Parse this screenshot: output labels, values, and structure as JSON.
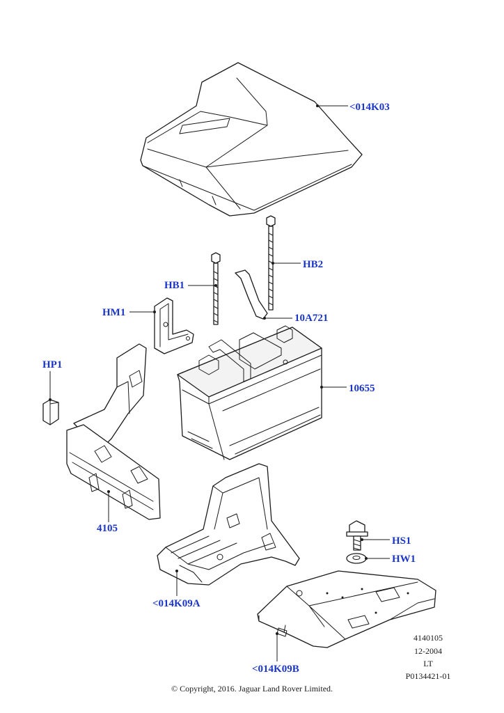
{
  "callout_color": "#1a35c8",
  "callouts": {
    "cover": "<014K03",
    "bolt_long": "HB2",
    "bolt_short": "HB1",
    "clamp_bracket": "HM1",
    "bracket": "10A721",
    "plug": "HP1",
    "battery": "10655",
    "shield": "4105",
    "tray_upper": "<014K09A",
    "screw": "HS1",
    "washer": "HW1",
    "tray_lower": "<014K09B"
  },
  "reference": {
    "number": "4140105",
    "date": "12-2004",
    "code": "LT",
    "illustration": "P0134421-01"
  },
  "copyright": "© Copyright, 2016. Jaguar Land Rover Limited."
}
